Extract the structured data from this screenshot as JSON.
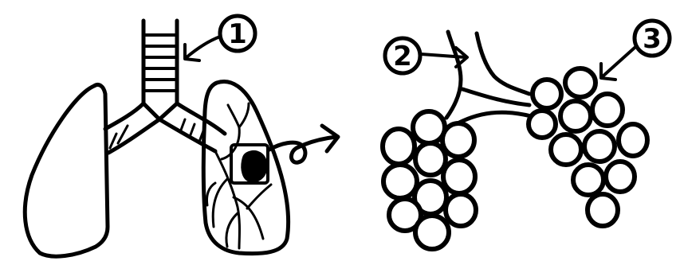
{
  "diagram": {
    "labels": [
      {
        "id": "callout-1",
        "text": "1"
      },
      {
        "id": "callout-2",
        "text": "2"
      },
      {
        "id": "callout-3",
        "text": "3"
      }
    ]
  },
  "colors": {
    "ink": "#000000",
    "background": "#ffffff"
  }
}
